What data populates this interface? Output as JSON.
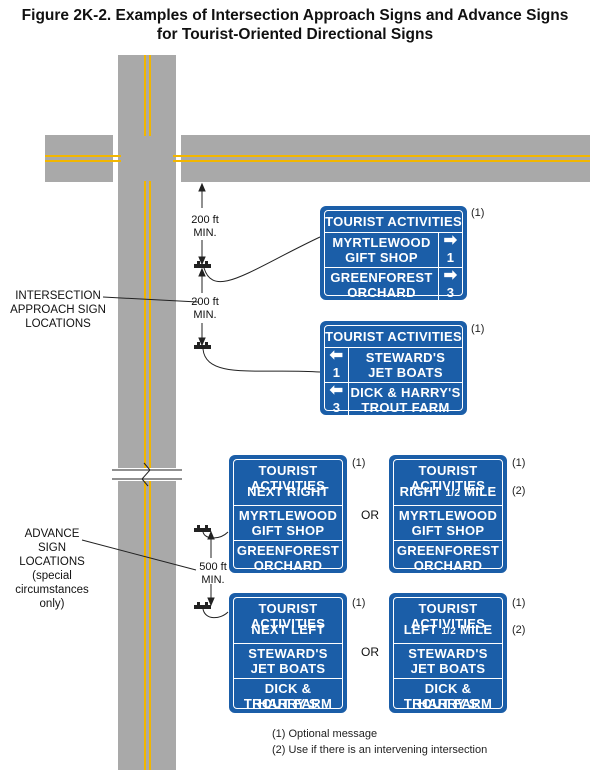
{
  "figure": {
    "title_line1": "Figure 2K-2.  Examples of Intersection Approach Signs and Advance Signs",
    "title_line2": "for Tourist-Oriented Directional Signs"
  },
  "labels": {
    "intersection_line1": "INTERSECTION",
    "intersection_line2": "APPROACH SIGN",
    "intersection_line3": "LOCATIONS",
    "advance_line1": "ADVANCE",
    "advance_line2": "SIGN",
    "advance_line3": "LOCATIONS",
    "advance_line4": "(special",
    "advance_line5": "circumstances",
    "advance_line6": "only)",
    "dist1_a": "200 ft",
    "dist1_b": "MIN.",
    "dist2_a": "200 ft",
    "dist2_b": "MIN.",
    "dist3_a": "500 ft",
    "dist3_b": "MIN."
  },
  "signs": {
    "header": "TOURIST ACTIVITIES",
    "myrtle1": "MYRTLEWOOD",
    "myrtle2": "GIFT SHOP",
    "green1": "GREENFOREST",
    "green2": "ORCHARD",
    "steward1": "STEWARD'S",
    "steward2": "JET BOATS",
    "dick1": "DICK & HARRY'S",
    "dick2": "TROUT FARM",
    "dist_1": "1",
    "dist_3": "3",
    "next_right": "NEXT RIGHT",
    "next_left": "NEXT LEFT",
    "right_prefix": "RIGHT",
    "left_prefix": "LEFT",
    "half": "1/2",
    "mile": "MILE",
    "or": "OR"
  },
  "annotations": {
    "note1_mark": "(1)",
    "note2_mark": "(2)",
    "footnote1": "(1) Optional message",
    "footnote2": "(2) Use if there is an intervening intersection"
  },
  "colors": {
    "sign_blue": "#1b5ea8",
    "road_gray": "#a9a9a9",
    "centerline_yellow": "#f2b600"
  }
}
